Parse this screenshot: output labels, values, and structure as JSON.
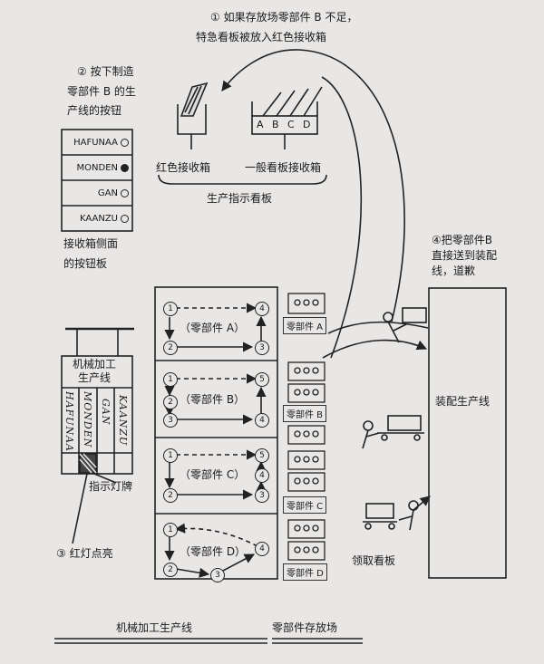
{
  "step1": {
    "num": "①",
    "line1": "如果存放场零部件 B 不足，",
    "line2": "特急看板被放入红色接收箱"
  },
  "step2": {
    "num": "②",
    "line1": "按下制造",
    "line2": "零部件 B 的生",
    "line3": "产线的按钮"
  },
  "buttons": [
    "HAFUNAA",
    "MONDEN",
    "GAN",
    "KAANZU"
  ],
  "button_panel_caption": [
    "接收箱侧面",
    "的按钮板"
  ],
  "red_box_label": "红色接收箱",
  "normal_box_label": "一般看板接收箱",
  "slots": [
    "A",
    "B",
    "C",
    "D"
  ],
  "board_title": "生产指示看板",
  "step4": {
    "line1": "④把零部件B",
    "line2": "直接送到装配",
    "line3": "线，道歉"
  },
  "machining_line_title": [
    "机械加工",
    "生产线"
  ],
  "vertical_names": [
    "HAFUNAA",
    "MONDEN",
    "GAN",
    "KAANZU"
  ],
  "lamp_label": "指示灯牌",
  "step3": "③ 红灯点亮",
  "parts": [
    "（零部件 A）",
    "（零部件 B）",
    "（零部件 C）",
    "（零部件 D）"
  ],
  "cart_labels": [
    "零部件 A",
    "零部件 B",
    "零部件 C",
    "零部件 D"
  ],
  "assembly_label": "装配生产线",
  "pickup_label": "领取看板",
  "bottom_left": "机械加工生产线",
  "bottom_right": "零部件存放场"
}
